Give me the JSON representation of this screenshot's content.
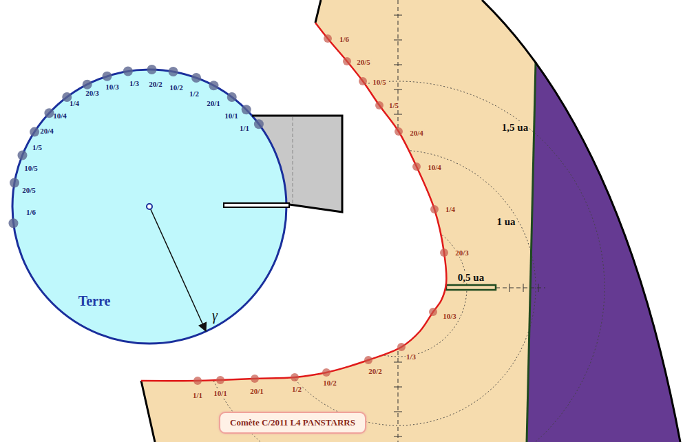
{
  "diagram": {
    "nodes": [
      {
        "text": [
          "Terre"
        ]
      },
      {
        "text": [
          "Comète C/2011 L4 PANSTARRS"
        ]
      }
    ],
    "labels": [
      "1/1",
      "10/1",
      "20/1",
      "1/2",
      "10/2",
      "20/2",
      "1/3",
      "10/3",
      "20/3",
      "1/4",
      "10/4",
      "20/4",
      "1/5",
      "10/5",
      "20/5",
      "1/6",
      "γ",
      "1/6",
      "20/5",
      "10/5",
      "1/5",
      "20/4",
      "10/4",
      "1/4",
      "20/3",
      "10/3",
      "1/3",
      "20/2",
      "10/2",
      "1/2",
      "20/1",
      "10/1",
      "1/1",
      "0,5 ua",
      "1 ua",
      "1,5 ua"
    ]
  }
}
